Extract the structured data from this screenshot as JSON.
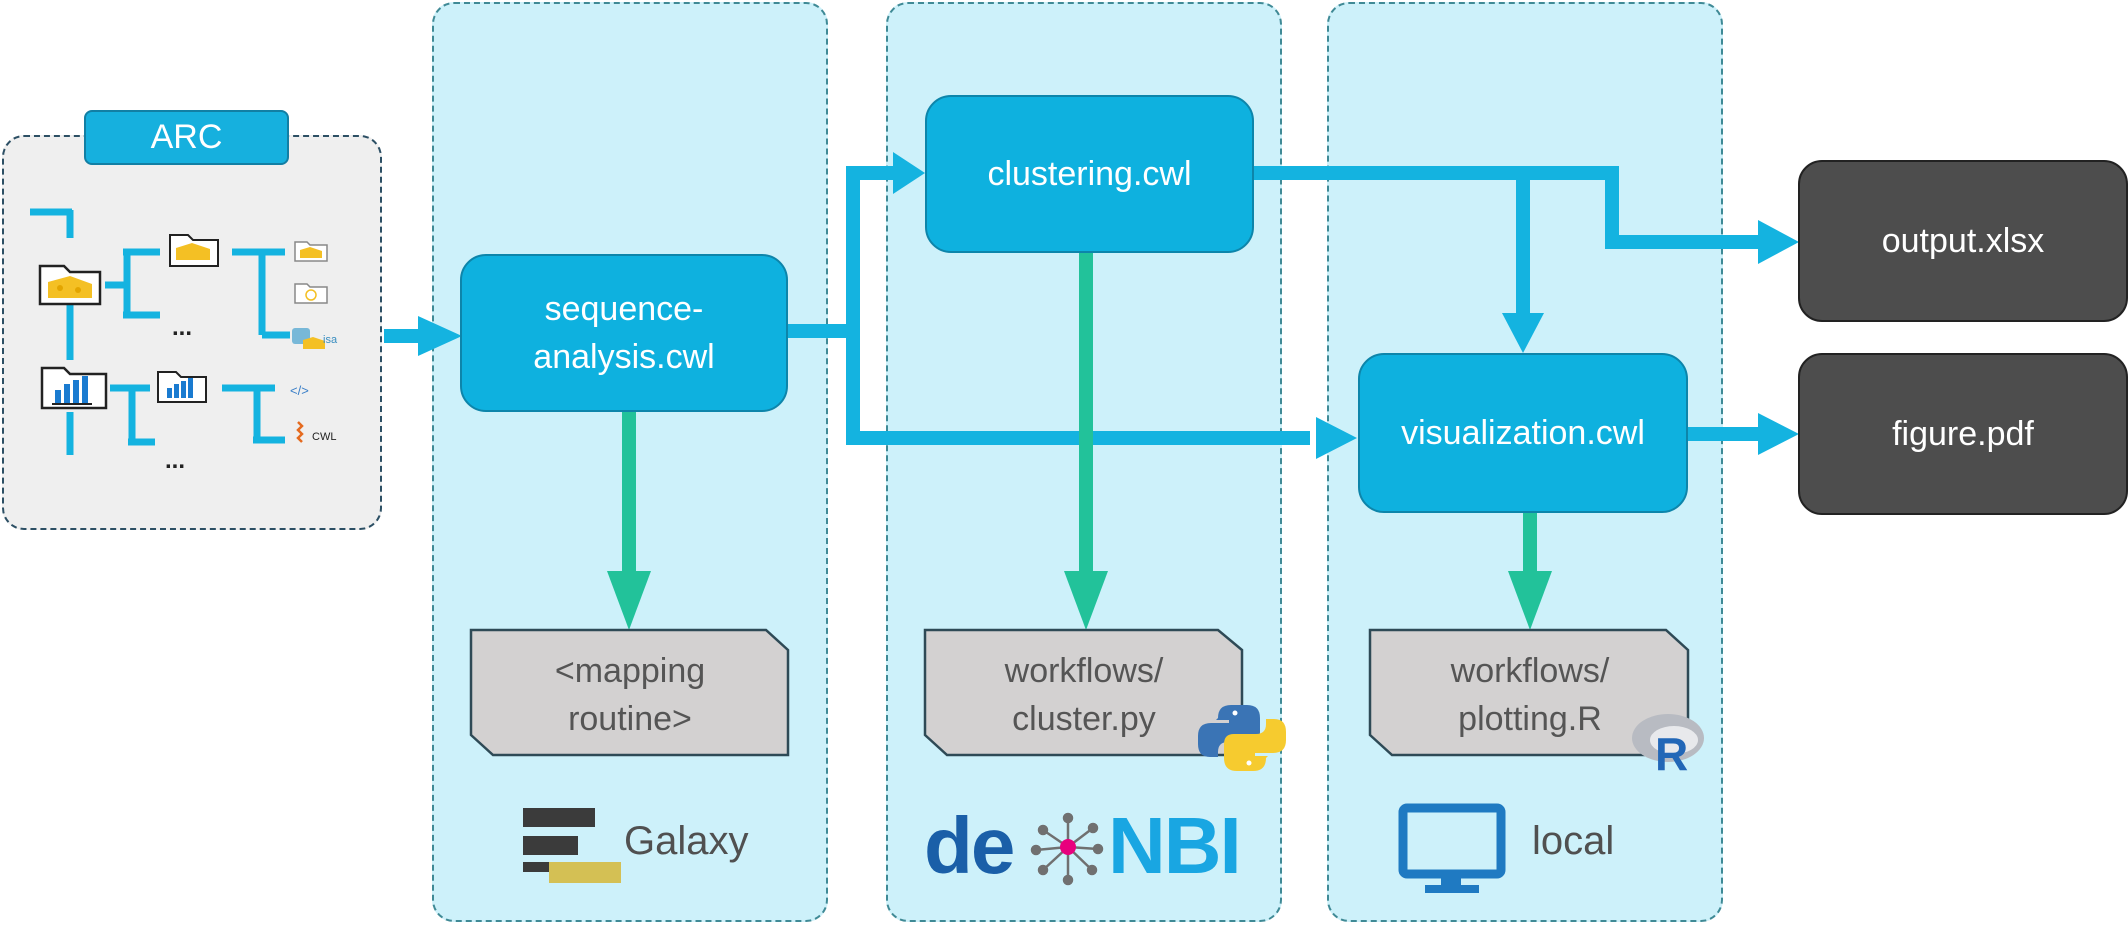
{
  "arc": {
    "title": "ARC",
    "ellipsis_1": "...",
    "ellipsis_2": "...",
    "isa_label": "isa",
    "code_label": "</>",
    "cwl_label": "CWL"
  },
  "steps": {
    "sequence_analysis": "sequence-\nanalysis.cwl",
    "clustering": "clustering.cwl",
    "visualization": "visualization.cwl"
  },
  "code": {
    "mapping": "<mapping\nroutine>",
    "cluster": "workflows/\ncluster.py",
    "plotting": "workflows/\nplotting.R",
    "r_logo_letter": "R"
  },
  "outputs": {
    "xlsx": "output.xlsx",
    "pdf": "figure.pdf"
  },
  "lanes": {
    "galaxy": "Galaxy",
    "denbi_de": "de",
    "denbi_nbi": "NBI",
    "local": "local"
  },
  "colors": {
    "lane_fill": "#cdf1fa",
    "step_fill": "#0eb1df",
    "data_arrow": "#14b3e0",
    "code_arrow": "#22c29a",
    "output_fill": "#4d4d4d",
    "code_fill": "#d3d1d1",
    "denbi_blue": "#1a5fa8",
    "denbi_pink": "#e8007d",
    "local_blue": "#1f7ac2"
  }
}
